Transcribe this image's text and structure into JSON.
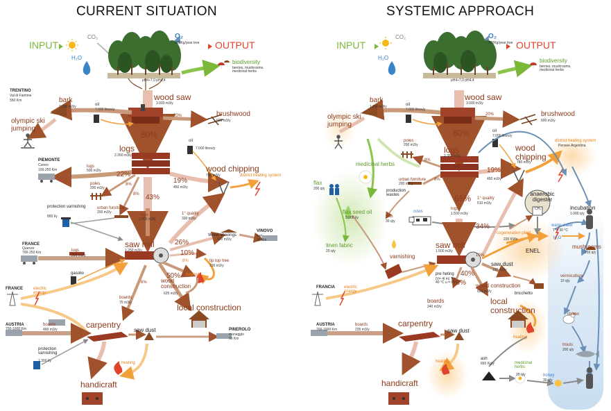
{
  "titles": {
    "left": "CURRENT SITUATION",
    "right": "SYSTEMIC APPROACH"
  },
  "common": {
    "input": "INPUT",
    "output": "OUTPUT",
    "co2": "CO₂",
    "h2o": "H₂O",
    "o2": "O₂",
    "o2_rate": "400Kg/year tree",
    "ph": "pH4÷7,0 pH4,4",
    "biodiversity": "biodiversity",
    "biodiversity_sub": "berries, mushrooms, medicinal herbs",
    "wood_saw": "wood saw",
    "wood_saw_val": "3.000 m3/y",
    "bark": "bark",
    "bark_val": "1.650 m3/y",
    "olympic": "olympic ski jumping",
    "oil": "oil",
    "oil_val": "7.000 litres/y",
    "brushwood": "brushwood",
    "brushwood_val": "600 m3/y",
    "pct80": "80%",
    "pct20": "20%",
    "logs": "logs",
    "logs_val": "2.350 m3/y",
    "poles": "poles",
    "poles_val": "200 m3/y",
    "urban_furniture": "urban furniture",
    "urban_furniture_val": "200 m3/y",
    "pct19": "19%",
    "pct8": "8%",
    "wood_chipping": "wood chipping",
    "chipping_val": "780 m3/y",
    "chipping_val2": "450 m3/y",
    "district_heating": "district heating system",
    "district_heating_sub": "Pensee Argentina",
    "saw_mill": "saw mill",
    "saw_mill_val": "1.250 m3/y",
    "boards": "boards",
    "carpentry": "carpentry",
    "saw_dust": "saw dust",
    "heating": "heating",
    "handicraft": "handicraft",
    "local_construction": "local construction",
    "wood_construction": "wood construction",
    "wood_construction_val": "625 m3/y",
    "austria": "AUSTRIA",
    "austria_sub": "700-1000 Km",
    "electric_energy": "electric energy"
  },
  "left": {
    "trentino": "TRENTINO",
    "trentino_sub": "Val di Fiemme",
    "trentino_dist": "550 Km",
    "pct22": "22%",
    "pct43": "43%",
    "pct26": "26%",
    "pct10": "10%",
    "pct8b": "8%",
    "pct50": "50%",
    "pct6": "6%",
    "piemonte": "PIEMONTE",
    "piemonte_sub": "Cuneo",
    "piemonte_dist": "100-250 Km",
    "logs_side": "logs",
    "logs_side_val": "500 m3/y",
    "protection": "protection varnishing",
    "protection_val": "800 l/y",
    "logs2_val": "1.000 m3/y",
    "first_quality": "1° quality",
    "first_quality_val": "330 m3/y",
    "wood_shavings": "Wood shavings",
    "wood_shavings_val": "120 m3/y",
    "vinovo": "VINOVO",
    "vinovo_sub": "fuel",
    "vinovo_dist": "90 Km",
    "france": "FRANCE",
    "france_sub": "Quenze",
    "france_dist": "700-250 Km",
    "logs3": "logs",
    "logs3_val": "250 m3/y",
    "tip_top": "tip top tree",
    "tip_top_val": "100 m3/y",
    "gasolio": "gasolio",
    "france2": "FRANCE",
    "boards_val": "75 m3/y",
    "boards2_val": "400 m3/y",
    "pinerolo": "PINEROLO",
    "pinerolo_sub": "maneggio",
    "pinerolo_dist": "50 Km",
    "protection2": "protection varnishing",
    "protection2_val": "1.300 l/y"
  },
  "right": {
    "pct65": "65%",
    "pct34": "34%",
    "pct16": "16%",
    "pct40": "40%",
    "pct10": "10%",
    "medicinal_herbs": "medicinal herbs",
    "flax": "flax",
    "flax_val": "200 q/y",
    "flax_seed_oil": "flax seed oil",
    "flax_seed_oil_val": "2.000 l/y",
    "linen_fabric": "linen fabric",
    "linen_fabric_val": "20 q/y",
    "production_wastes": "production wastes",
    "wax": "wax",
    "wax_val": "30 q/y",
    "cows": "cows",
    "varnishing": "varnishing",
    "logs2_val": "1.500 m3/y",
    "first_quality_val": "510 m3/y",
    "anaerobic": "anaerobic digester",
    "ch4": "CH₄",
    "cogeneration": "cogeneration plant",
    "cogeneration_val": "220 KWe",
    "enel": "ENEL",
    "incubation": "incubation",
    "incubation_val": "1.000 q/y",
    "warm_water": "warm water",
    "warm_water_val": "T°= 30 °C",
    "h2o": "H₂O",
    "mushrooms": "mushrooms",
    "mushrooms_val": "216 q/y",
    "vermiculture": "vermiculture",
    "vermiculture_val": "10 q/y",
    "chicken": "chiken",
    "trouts": "trouts",
    "trouts_val": "200 q/y",
    "honey": "honey",
    "honey_val": "30 q/y",
    "medicinal2": "medicinal herbs",
    "medicinal2_val": "20 q/y",
    "ash": "ash",
    "ash_val": "660 Kg/y",
    "saw_dust2": "saw dust",
    "saw_dust2_val": "150 m3/y",
    "bricchetto": "bricchetto",
    "pre_heating": "pre heting",
    "pre_heating_sub": "(V= 4l m) T°= 40 °C u = 60%",
    "boards_val": "240 m3/y",
    "boards2_val": "235 m3/y",
    "francia": "FRANCIA",
    "saw_mill_val": "1.500 m3/y"
  }
}
